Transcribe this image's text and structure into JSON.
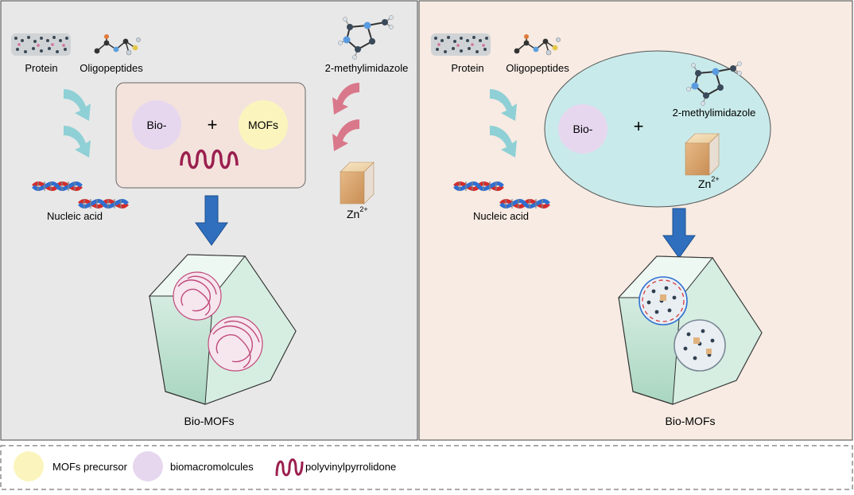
{
  "left_panel": {
    "protein_label": "Protein",
    "oligopeptides_label": "Oligopeptides",
    "nucleic_label": "Nucleic acid",
    "methyl_label": "2-methylimidazole",
    "zn_label": "Zn",
    "zn_sup": "2+",
    "bio_label": "Bio-",
    "plus": "+",
    "mofs_label": "MOFs",
    "product_label": "Bio-MOFs"
  },
  "right_panel": {
    "protein_label": "Protein",
    "oligopeptides_label": "Oligopeptides",
    "nucleic_label": "Nucleic acid",
    "methyl_label": "2-methylimidazole",
    "zn_label": "Zn",
    "zn_sup": "2+",
    "bio_label": "Bio-",
    "plus": "+",
    "product_label": "Bio-MOFs"
  },
  "legend": {
    "mofs_precursor": "MOFs precursor",
    "biomacromolecules": "biomacromolcules",
    "pvp": "polyvinylpyrrolidone"
  },
  "colors": {
    "left_bg": "#e8e8e8",
    "right_bg": "#f7ebe3",
    "reaction_box": "#f3e3dc",
    "ellipse": "#c9eaea",
    "bio_circle": "#e6d7ef",
    "mofs_circle": "#fbf5bd",
    "teal_arrow": "#8fd0d6",
    "pink_arrow": "#d9788a",
    "blue_arrow": "#2f6fbe",
    "pvp": "#9b1f4f",
    "crystal": "#b7dfcc"
  }
}
